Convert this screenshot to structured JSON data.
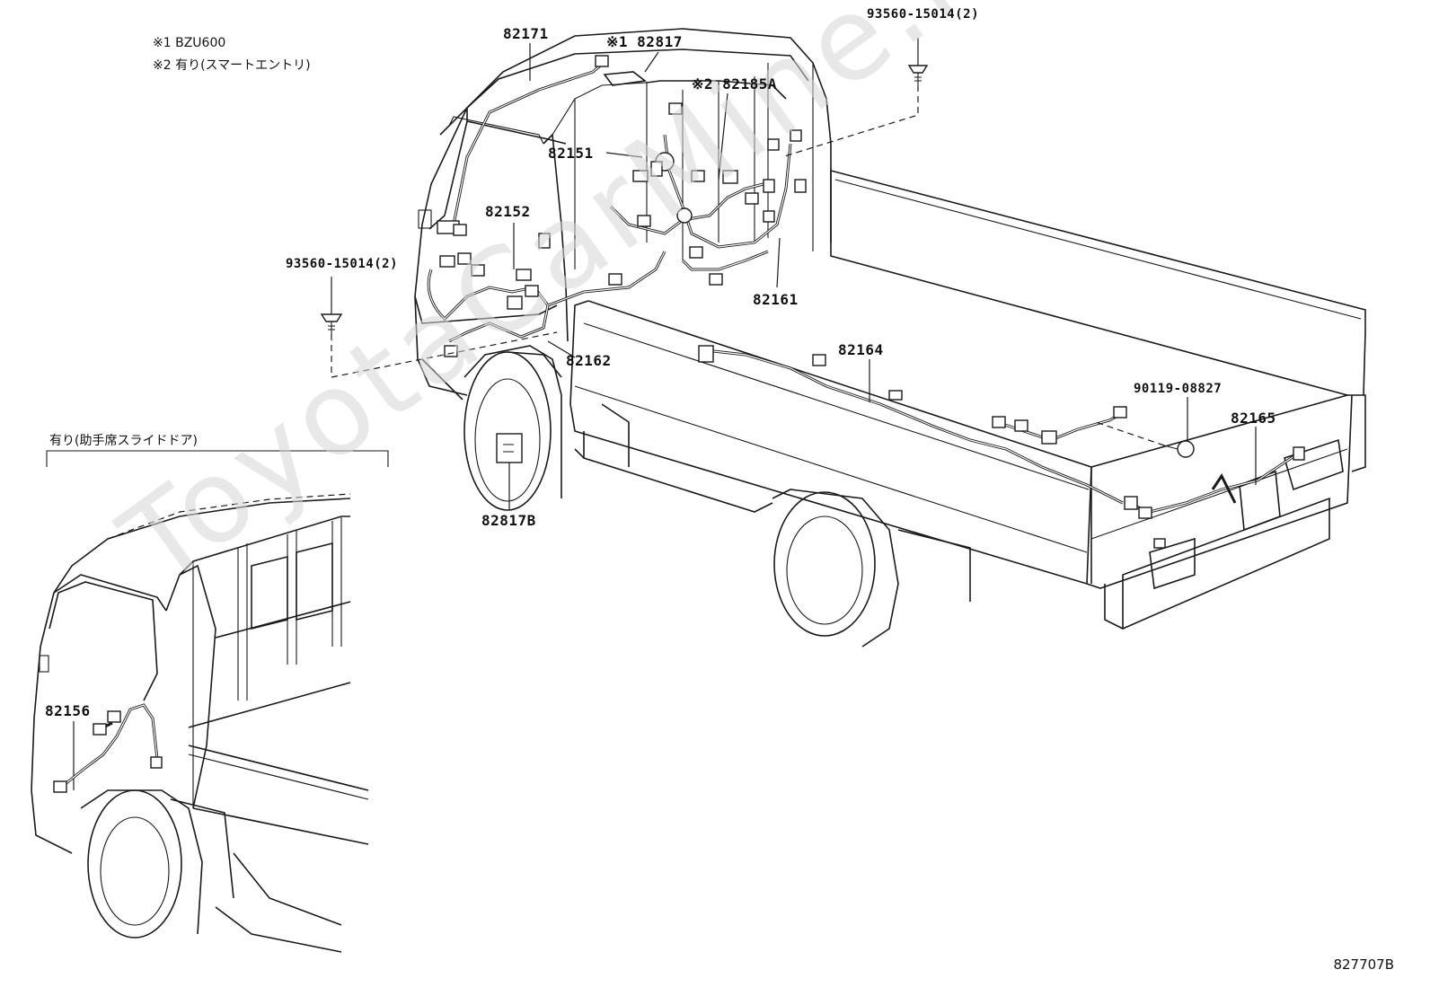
{
  "notes": {
    "note1": "※1 BZU600",
    "note2": "※2 有り(スマートエントリ)"
  },
  "inset": {
    "title": "有り(助手席スライドドア)"
  },
  "parts": {
    "p82171": "82171",
    "p82817": "※1 82817",
    "p93560_top": "93560-15014(2)",
    "p82185A": "※2 82185A",
    "p82151": "82151",
    "p82152": "82152",
    "p93560_left": "93560-15014(2)",
    "p82161": "82161",
    "p82162": "82162",
    "p82164": "82164",
    "p90119": "90119-08827",
    "p82165": "82165",
    "p82817B": "82817B",
    "p82156": "82156"
  },
  "watermark": "ToyotaCarMine.ru",
  "diagram_code": "827707B"
}
